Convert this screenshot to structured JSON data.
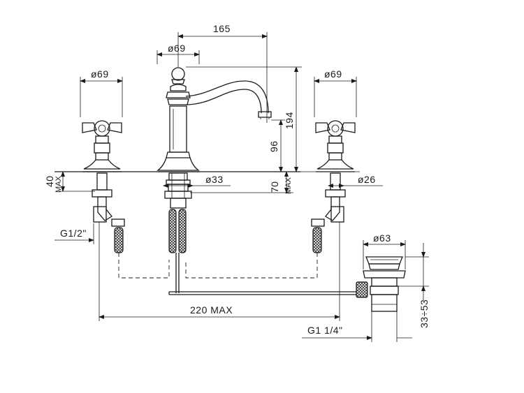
{
  "dimensions": {
    "spout_reach": "165",
    "spout_base_diameter": "ø69",
    "left_handle_diameter": "ø69",
    "right_handle_diameter": "ø69",
    "total_height": "194",
    "spout_outlet_height": "96",
    "left_shank_length": "40",
    "left_shank_max": "MAX",
    "center_shank_length": "70",
    "center_shank_max": "MAX",
    "center_shank_diameter": "ø33",
    "side_shank_diameter": "ø26",
    "inlet_thread": "G1/2\"",
    "centers_max": "220 MAX",
    "waste_cap_diameter": "ø63",
    "waste_thread": "G1 1/4\"",
    "waste_adjustment": "33÷53"
  }
}
